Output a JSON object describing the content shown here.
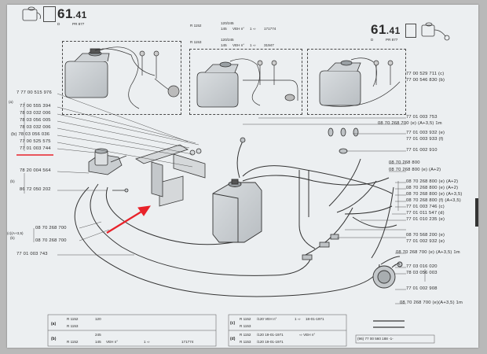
{
  "header": {
    "left_page": "61",
    "left_sub": "41",
    "left_d": "D",
    "left_pr": "PR 877",
    "right_page": "61",
    "right_sub": "41",
    "right_d": "D",
    "right_pr": "PR 877"
  },
  "models": {
    "r1": "R 1152",
    "r1v": "120/245",
    "r2": "R 1153",
    "r2v": "145",
    "veh": "VEH n°",
    "arrow": "1 ⇨",
    "veh_no_1": "171774",
    "r3": "R 1153",
    "r3v": "120/245",
    "r4v": "145",
    "veh_no_2": "31947"
  },
  "left_refs": [
    "7 77 00 515 976",
    "(a)",
    "77 00 555 394",
    "78 03 032 006",
    "78 03 056 005",
    "78 03 032 006",
    "(b) 78 03 056 036",
    "77 00 525 575",
    "77 01 003 744",
    "78 20 004 564",
    "(b)",
    "86 72 050 202",
    "(b)",
    "08 70 268 700",
    "08 70 268 700",
    "77 01 003 743",
    "(c)(A+3,5)"
  ],
  "right_refs": [
    "77 00 529 711 (c)",
    "77 00 546 830 (b)",
    "77 01 003 753",
    "08 70 268 700 (e) (A+3,5) 1m",
    "77 01 003 932 (e)",
    "77 01 003 933 (f)",
    "77 01 002 910",
    "08 70 268 800",
    "08 70 268 800 (e) (A+2)",
    "08 70 268 800 (e) (A+2)",
    "08 70 268 800 (e) (A+2)",
    "08 70 268 800 (e) (A+3,5)",
    "08 70 268 800 (f) (A+3,5)",
    "77 01 003 746 (c)",
    "77 01 011 547 (d)",
    "77 01 010 235 (e)",
    "08 70 568 200 (e)",
    "77 01 002 932 (e)",
    "08 70 268 700 (e) (A+3,5) 1m",
    "77 03 016 020",
    "78 03 056 003",
    "77 01 002 908",
    "08 70 268 700 (e)(A+3,5) 1m"
  ],
  "footer": {
    "a": "(a)",
    "a1": "R 1152",
    "a1v": "120",
    "a2": "R 1153",
    "b": "(b)",
    "b1": "R 1152",
    "b1v": "245",
    "b2v": "145",
    "b_veh": "VEH n°",
    "b_arrow": "1 ⇨",
    "b_veh_no": "171774",
    "c": "(c)",
    "c1": "R 1152",
    "c1v": "/120 VEH n°",
    "c1a": "1 ⇨",
    "c1d": "18-01-1971",
    "c2": "R 1153",
    "d": "(d)",
    "d1": "R 1152",
    "d1v": "/120 19-01-1971",
    "d1a": "⇨ VEH n°",
    "d2": "R 1153",
    "d2v": "/120 19-01-1971",
    "page_ref": "(96) 77 00 560 188 -1-"
  },
  "annotation_color": "#e8222a"
}
